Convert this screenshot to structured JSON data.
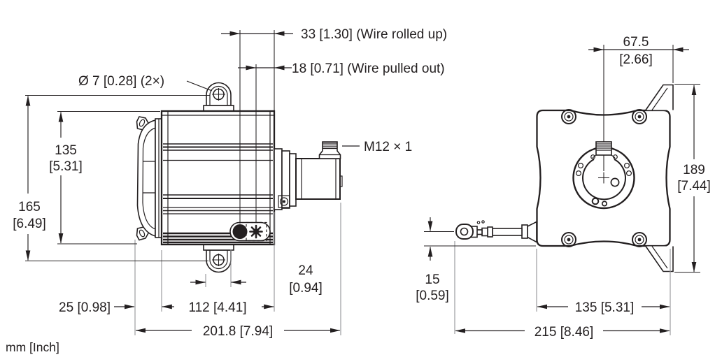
{
  "drawing": {
    "units_note": "mm [Inch]",
    "side_view": {
      "mount_hole": "Ø 7 [0.28] (2×)",
      "wire_rolled_up": "33 [1.30] (Wire rolled up)",
      "wire_pulled_out": "18 [0.71] (Wire pulled out)",
      "connector_thread": "M12 × 1",
      "body_height_mm": "135",
      "body_height_in": "[5.31]",
      "mount_hole_span_mm": "165",
      "mount_hole_span_in": "[6.49]",
      "cover_width": "25 [0.98]",
      "body_length": "112 [4.41]",
      "tab_width_mm": "24",
      "tab_width_in": "[0.94]",
      "overall_length": "201.8 [7.94]"
    },
    "rear_view": {
      "center_to_edge_mm": "67.5",
      "center_to_edge_in": "[2.66]",
      "overall_height_mm": "189",
      "overall_height_in": "[7.44]",
      "wire_outlet_offset_mm": "15",
      "wire_outlet_offset_in": "[0.59]",
      "body_width": "135 [5.31]",
      "overall_width": "215 [8.46]"
    }
  }
}
